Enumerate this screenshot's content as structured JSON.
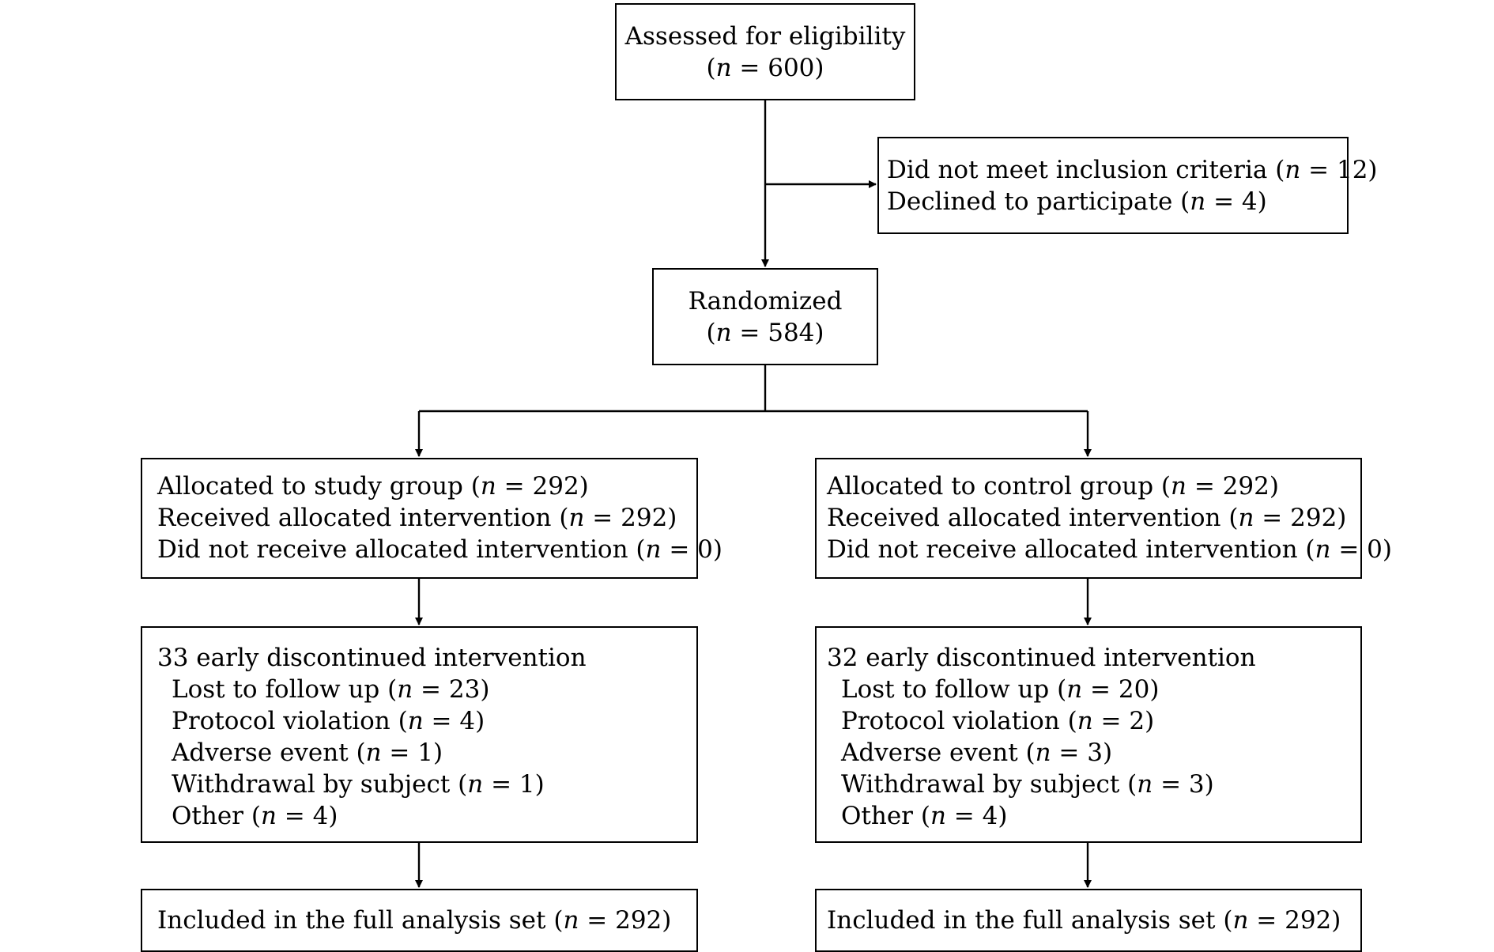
{
  "assessed": {
    "title": "Assessed for eligibility",
    "n": "600"
  },
  "excluded": {
    "lines": [
      {
        "text": "Did not meet inclusion criteria",
        "n": "12"
      },
      {
        "text": "Declined to participate",
        "n": "4"
      }
    ]
  },
  "randomized": {
    "title": "Randomized",
    "n": "584"
  },
  "study": {
    "allocation": [
      {
        "text": "Allocated to study group",
        "n": "292"
      },
      {
        "text": "Received allocated intervention",
        "n": "292"
      },
      {
        "text": "Did not receive allocated intervention",
        "n": "0"
      }
    ],
    "discontinued_header": "33 early discontinued intervention",
    "discontinued": [
      {
        "text": "Lost to follow up",
        "n": "23"
      },
      {
        "text": "Protocol violation",
        "n": "4"
      },
      {
        "text": "Adverse event",
        "n": "1"
      },
      {
        "text": "Withdrawal by subject",
        "n": "1"
      },
      {
        "text": "Other",
        "n": "4"
      }
    ],
    "analysis": {
      "text": "Included in the full analysis set",
      "n": "292"
    }
  },
  "control": {
    "allocation": [
      {
        "text": "Allocated to control group",
        "n": "292"
      },
      {
        "text": "Received allocated intervention",
        "n": "292"
      },
      {
        "text": "Did not receive allocated intervention",
        "n": "0"
      }
    ],
    "discontinued_header": "32 early discontinued intervention",
    "discontinued": [
      {
        "text": "Lost to follow up",
        "n": "20"
      },
      {
        "text": "Protocol violation",
        "n": "2"
      },
      {
        "text": "Adverse event",
        "n": "3"
      },
      {
        "text": "Withdrawal by subject",
        "n": "3"
      },
      {
        "text": "Other",
        "n": "4"
      }
    ],
    "analysis": {
      "text": "Included in the full analysis set",
      "n": "292"
    }
  },
  "n_symbol": "n",
  "colors": {
    "stroke": "#000000",
    "background": "#ffffff"
  }
}
